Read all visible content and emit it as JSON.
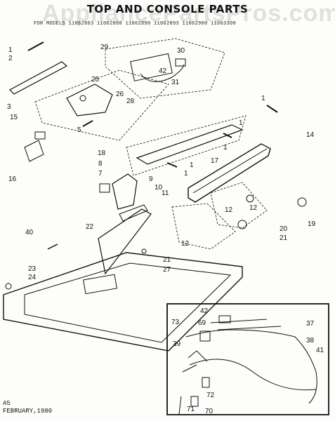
{
  "title": "TOP AND CONSOLE PARTS",
  "watermark": "AppliancePartsPros.com",
  "subtitle": "FOR MODELS 11062863 11062880 11062890 11062893 11062900 11063300",
  "footer": {
    "code": "A5",
    "date": "FEBRUARY,1980"
  },
  "callouts": [
    "1",
    "2",
    "29",
    "30",
    "42",
    "31",
    "25",
    "26",
    "28",
    "3",
    "5",
    "15",
    "16",
    "1",
    "14",
    "1",
    "1",
    "1",
    "17",
    "18",
    "8",
    "7",
    "9",
    "10",
    "1",
    "11",
    "12",
    "12",
    "19",
    "20",
    "21",
    "12",
    "22",
    "40",
    "21",
    "27",
    "23",
    "24",
    "42",
    "73",
    "69",
    "39",
    "37",
    "38",
    "41",
    "72",
    "70",
    "71"
  ]
}
